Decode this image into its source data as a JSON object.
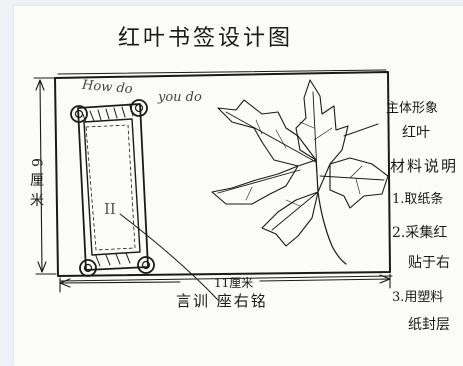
{
  "title": "红叶书签设计图",
  "bookmark": {
    "cursive_text_1": "How do",
    "cursive_text_2": "you do",
    "tag_mark": "II"
  },
  "dimensions": {
    "height_label": "6厘米",
    "width_label": "11厘米"
  },
  "annotations": {
    "motto": "言训 座右铭",
    "main_shape_label": "主体形象",
    "main_shape_value": "红叶",
    "materials_label": "材料说明",
    "material_items": [
      "1.取纸条",
      "2.采集红",
      "贴于右",
      "3.用塑料",
      "纸封层"
    ]
  },
  "colors": {
    "ink": "#1a1a1a",
    "paper": "#fbfbf8",
    "background": "#eef2f7"
  }
}
